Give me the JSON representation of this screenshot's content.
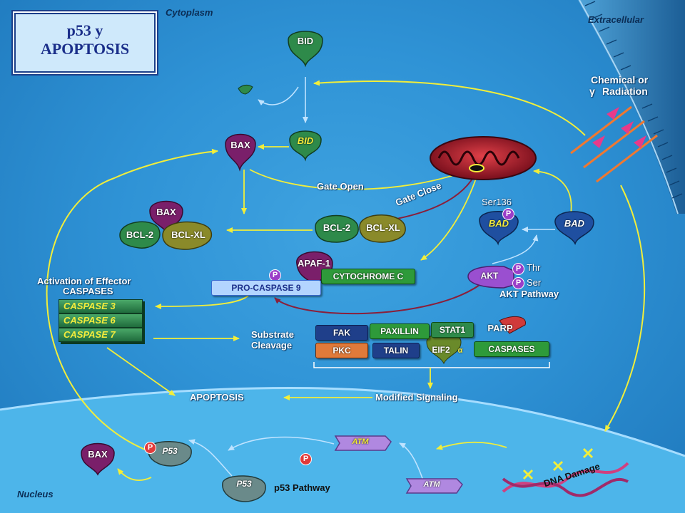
{
  "title": {
    "line1": "p53 y",
    "line2": "APOPTOSIS"
  },
  "regions": {
    "cytoplasm": "Cytoplasm",
    "extracellular": "Extracellular",
    "nucleus": "Nucleus"
  },
  "stimulus": {
    "line1": "Chemical or",
    "line2": "Radiation",
    "gamma": "γ"
  },
  "proteins": {
    "bid_top": "BID",
    "bid_mid": "BID",
    "bax_mid": "BAX",
    "bax_complex": "BAX",
    "bcl2_left": "BCL-2",
    "bclxl_left": "BCL-XL",
    "bcl2_right": "BCL-2",
    "bclxl_right": "BCL-XL",
    "bad_left": "BAD",
    "bad_right": "BAD",
    "ser136": "Ser136",
    "apaf1": "APAF-1",
    "cytochrome_c": "CYTOCHROME C",
    "pro_caspase9": "PRO-CASPASE 9",
    "akt": "AKT",
    "thr": "Thr",
    "ser": "Ser",
    "phospho": "P",
    "caspase3": "CASPASE 3",
    "caspase6": "CASPASE 6",
    "caspase7": "CASPASE 7",
    "fak": "FAK",
    "paxillin": "PAXILLIN",
    "stat1": "STAT1",
    "parp": "PARP",
    "pkc": "PKC",
    "talin": "TALIN",
    "eif2": "EIF2",
    "alpha": "α",
    "caspases": "CASPASES",
    "atm_top": "ATM",
    "atm_bottom": "ATM",
    "p53_top": "P53",
    "p53_bottom": "P53",
    "bax_nucleus": "BAX"
  },
  "labels": {
    "gate_open": "Gate Open",
    "gate_close": "Gate Close",
    "activation_line1": "Activation of Effector",
    "activation_line2": "CASPASES",
    "akt_pathway": "AKT Pathway",
    "substrate_line1": "Substrate",
    "substrate_line2": "Cleavage",
    "apoptosis": "APOPTOSIS",
    "modified_signaling": "Modified Signaling",
    "p53_pathway": "p53 Pathway",
    "dna_damage": "DNA Damage"
  },
  "colors": {
    "protein_green": "#2e8a4a",
    "bax_purple": "#7a1f6a",
    "caspase_text": "#f4ec3c",
    "arrow_yellow": "#f2ee3a",
    "nucleus": "#4db5ea",
    "membrane": "#2a6fa8"
  }
}
